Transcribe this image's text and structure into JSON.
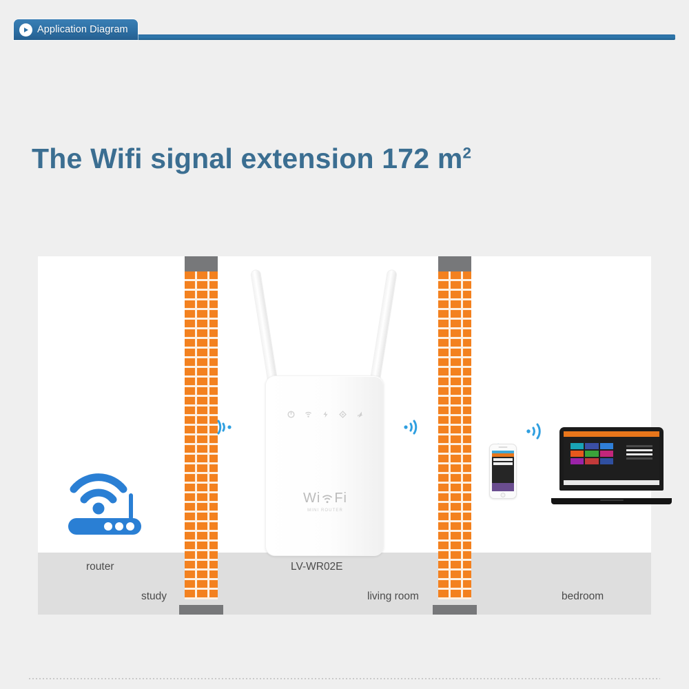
{
  "tab": {
    "label": "Application Diagram",
    "icon": "play-circle-icon",
    "bg_color": "#2d6fa4",
    "text_color": "#ffffff"
  },
  "heading": {
    "text_before": "The Wifi signal extension 172 m",
    "superscript": "2",
    "color": "#3b6e91"
  },
  "diagram": {
    "panel_bg": "#ffffff",
    "floor_color": "#dedede",
    "brick_color": "#f3811f",
    "wall_cap_color": "#77787a",
    "wifi_wave_color": "#2f9fe0",
    "router_icon_color": "#2a7fd4",
    "labels": {
      "router": "router",
      "study": "study",
      "device": "LV-WR02E",
      "living_room": "living room",
      "bedroom": "bedroom"
    },
    "repeater": {
      "brand_wi": "Wi",
      "brand_fi": "Fi",
      "subtitle": "MINI ROUTER",
      "led_icons": [
        "power-led-icon",
        "wifi-led-icon",
        "wps-led-icon",
        "signal-led-icon",
        "lan-led-icon"
      ],
      "antenna_count": 2
    },
    "devices": {
      "phone": "smartphone-icon",
      "laptop": "laptop-icon"
    },
    "waves": [
      {
        "name": "wifi-wave-study",
        "direction": "right"
      },
      {
        "name": "wifi-wave-livingroom",
        "direction": "right"
      },
      {
        "name": "wifi-wave-laptop",
        "direction": "right"
      },
      {
        "name": "wifi-wave-phone",
        "direction": "right"
      }
    ]
  },
  "tiles": {
    "colors": [
      "#19a3b5",
      "#3b4fa6",
      "#2f7fd8",
      "#e8581c",
      "#3aa33a",
      "#c2267a",
      "#9b23a8",
      "#c23a3a",
      "#2f4fa0"
    ]
  }
}
